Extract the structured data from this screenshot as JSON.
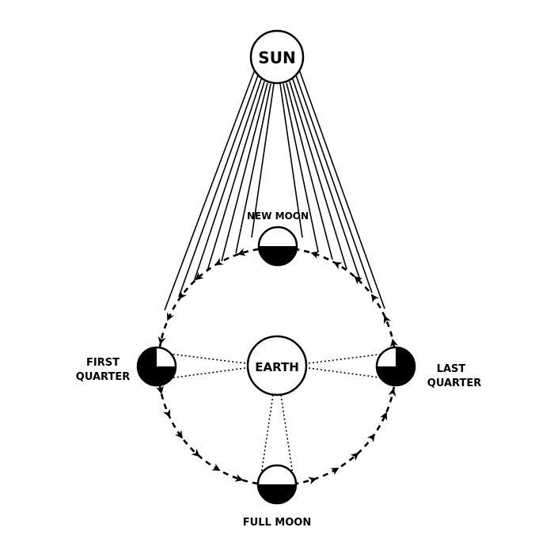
{
  "labels": {
    "sun": "SUN",
    "earth": "EARTH",
    "new_moon": "NEW MOON",
    "full_moon": "FULL MOON",
    "first_quarter_line1": "FIRST",
    "first_quarter_line2": "QUARTER",
    "last_quarter_line1": "LAST",
    "last_quarter_line2": "QUARTER"
  },
  "colors": {
    "ink": "#000000",
    "paper": "#ffffff"
  }
}
